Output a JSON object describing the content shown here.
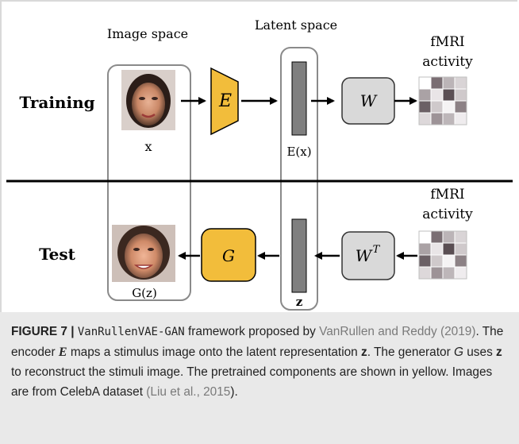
{
  "diagram": {
    "headers": {
      "image_space": "Image space",
      "latent_space": "Latent space",
      "fmri_activity_line1": "fMRI",
      "fmri_activity_line2": "activity"
    },
    "rows": {
      "training": {
        "label": "Training",
        "input_label": "x",
        "encoder": "E",
        "latent_label": "E(x)",
        "mapping": "W"
      },
      "test": {
        "label": "Test",
        "output_label": "G(z)",
        "generator": "G",
        "latent_label": "z",
        "mapping": "W",
        "mapping_superscript": "T"
      }
    },
    "colors": {
      "pretrained": "#f2bd3b",
      "mapping_box": "#d9d9d9",
      "latent_bar": "#7f7f7f",
      "divider": "#000000"
    },
    "fmri_grid": [
      [
        "#ffffff",
        "#7a6e73",
        "#bbb4b7",
        "#d9d4d6"
      ],
      [
        "#aaa2a5",
        "#e9e5e7",
        "#5a4e53",
        "#cfc9cb"
      ],
      [
        "#6b6065",
        "#cfc9cb",
        "#f5f3f4",
        "#8c8185"
      ],
      [
        "#ddd8da",
        "#9d9397",
        "#bdb6b9",
        "#efecee"
      ]
    ]
  },
  "caption": {
    "figure_label": "FIGURE 7 |",
    "framework_name": "VanRullenVAE-GAN",
    "t1": "framework proposed by",
    "ref1": "VanRullen and Reddy (2019)",
    "t2": ". The encoder",
    "enc": "E",
    "t3": "maps a stimulus image onto the latent representation",
    "z1": "z",
    "t4": ". The generator",
    "gen": "G",
    "t5": "uses",
    "z2": "z",
    "t6": "to reconstruct the stimuli image. The pretrained components are shown in yellow. Images are from CelebA dataset",
    "open_paren": "(",
    "ref2": "Liu et al., 2015",
    "close_paren": ")."
  }
}
